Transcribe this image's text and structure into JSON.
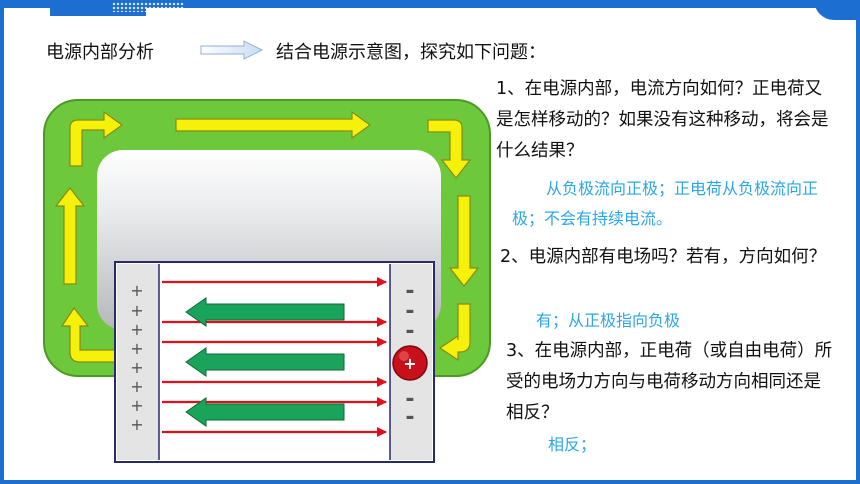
{
  "header": {
    "title": "电源内部分析",
    "intro": "结合电源示意图，探究如下问题："
  },
  "questions": [
    {
      "text": "1、在电源内部，电流方向如何？正电荷又是怎样移动的？如果没有这种移动，将会是什么结果？",
      "answer": "从负极流向正极；正电荷从负极流向正极；不会有持续电流。"
    },
    {
      "text": "2、电源内部有电场吗？若有，方向如何？",
      "answer": "有；从正极指向负极"
    },
    {
      "text": "3、在电源内部，正电荷（或自由电荷）所受的电场力方向与电荷移动方向相同还是相反？",
      "answer": "相反；"
    }
  ],
  "diagram": {
    "plus_sign": "+",
    "minus_sign": "-",
    "charge_label": "+",
    "colors": {
      "loop_fill": "#6dc83c",
      "loop_border": "#4a9a25",
      "arrow_yellow": "#f6f10a",
      "field_line": "#e0101a",
      "force_arrow": "#1aa35b",
      "charge": "#c8101a"
    }
  },
  "colors": {
    "frame": "#1c6fd0",
    "answer": "#2ba7e7"
  }
}
